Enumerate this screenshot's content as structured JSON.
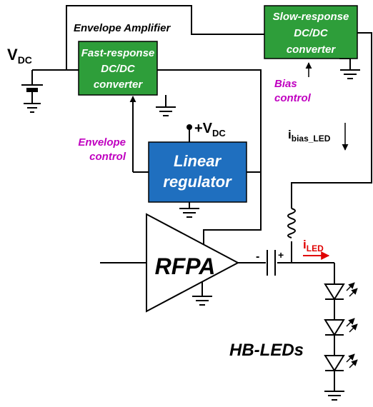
{
  "colors": {
    "converter_fill": "#2e9e3a",
    "regulator_fill": "#1f6fbf",
    "box_text": "#ffffff",
    "control_label": "#c000c0",
    "current_label": "#e00000",
    "wire": "#000000"
  },
  "labels": {
    "envelope_amplifier": "Envelope Amplifier",
    "vdc_main": "V",
    "vdc_main_sub": "DC",
    "vdc_reg_prefix": "+V",
    "vdc_reg_sub": "DC",
    "fast_converter": [
      "Fast-response",
      "DC/DC",
      "converter"
    ],
    "slow_converter": [
      "Slow-response",
      "DC/DC",
      "converter"
    ],
    "linear_regulator": [
      "Linear",
      "regulator"
    ],
    "rfpa": "RFPA",
    "envelope_control": [
      "Envelope",
      "control"
    ],
    "bias_control": [
      "Bias",
      "control"
    ],
    "ibias_main": "i",
    "ibias_sub": "bias_LED",
    "iled_main": "i",
    "iled_sub": "LED",
    "cap_minus": "-",
    "cap_plus": "+",
    "hb_leds": "HB-LEDs"
  }
}
